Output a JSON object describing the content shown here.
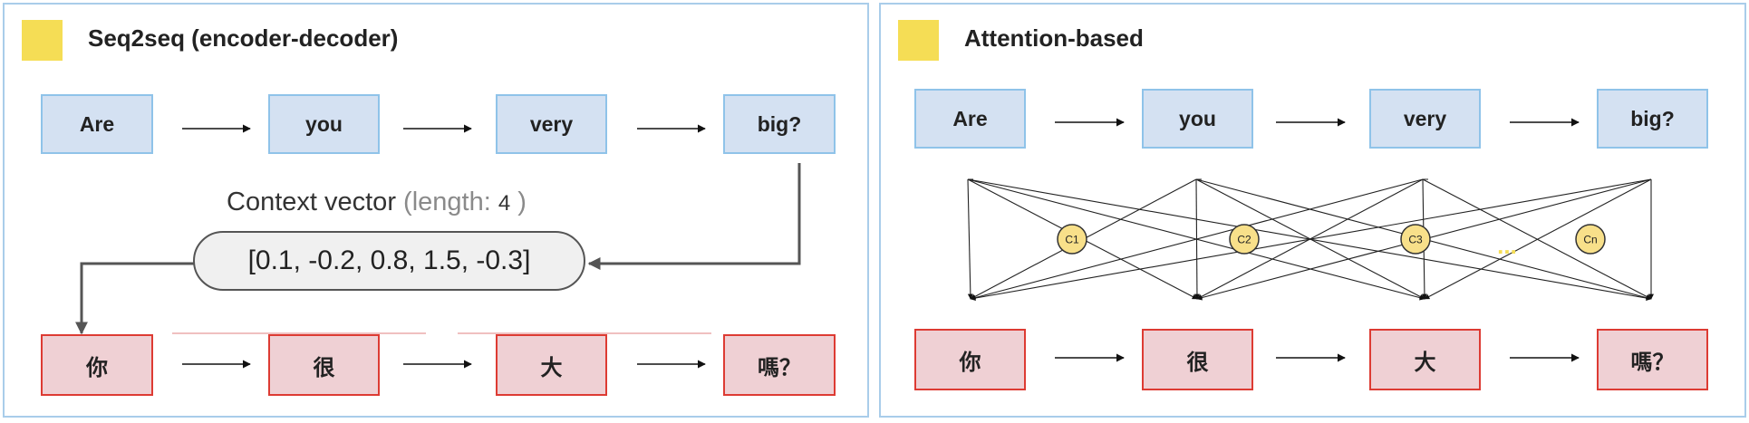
{
  "left_panel": {
    "title": "Seq2seq (encoder-decoder)",
    "input_tokens": [
      "Are",
      "you",
      "very",
      "big?"
    ],
    "context_label": "Context vector",
    "length_label": "(length: ",
    "length_value": "4",
    "length_close": " )",
    "context_vector": "[0.1, -0.2, 0.8, 1.5, -0.3]",
    "output_tokens": [
      "你",
      "很",
      "大",
      "嗎？"
    ]
  },
  "right_panel": {
    "title": "Attention-based",
    "input_tokens": [
      "Are",
      "you",
      "very",
      "big?"
    ],
    "context_nodes": [
      "C1",
      "C2",
      "C3",
      "Cn"
    ],
    "ellipsis": "...",
    "output_tokens": [
      "你",
      "很",
      "大",
      "嗎？"
    ]
  },
  "colors": {
    "encoder_fill": "#d4e1f2",
    "encoder_border": "#8fc3e9",
    "decoder_fill": "#efd0d4",
    "decoder_border": "#dd3b33",
    "tag": "#f5dd55",
    "context_node": "#f8e08a"
  }
}
